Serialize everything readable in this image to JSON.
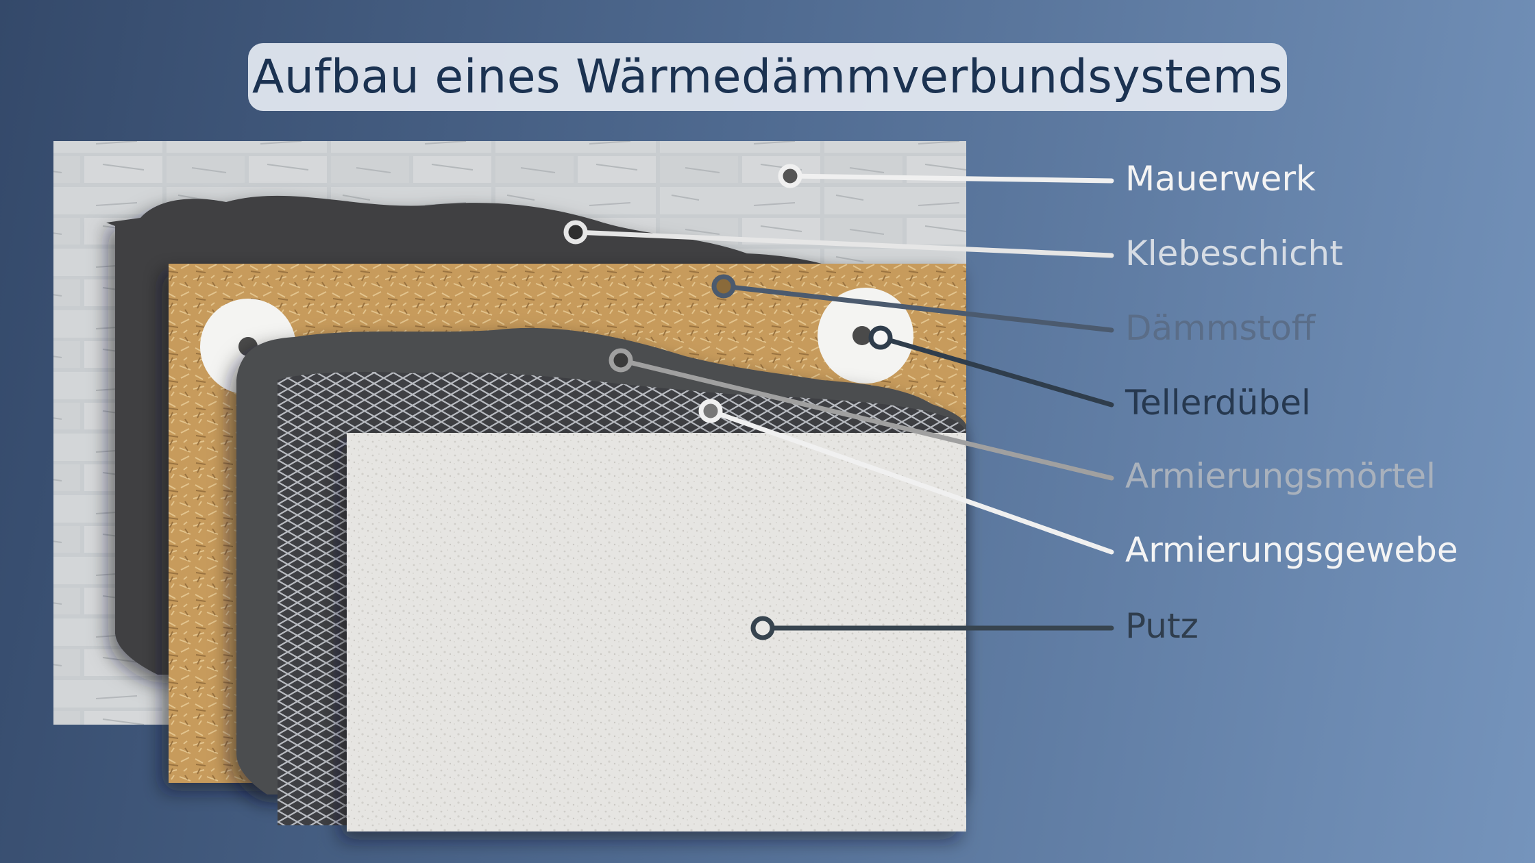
{
  "title": "Aufbau eines Wärmedämmverbundsystems",
  "layers": [
    {
      "id": "mauerwerk",
      "label": "Mauerwerk",
      "color": "#f0f0f0",
      "marker_fill": "#555555",
      "label_color": "#f4f4f4"
    },
    {
      "id": "klebeschicht",
      "label": "Klebeschicht",
      "color": "#e6e6e6",
      "marker_fill": "#2e2e2e",
      "label_color": "#d6dce4"
    },
    {
      "id": "daemmstoff",
      "label": "Dämmstoff",
      "color": "#4b5a6e",
      "marker_fill": "#8a6a3a",
      "label_color": "#5a6d88"
    },
    {
      "id": "tellerduebel",
      "label": "Tellerdübel",
      "color": "#2f3d4c",
      "marker_fill": "#f6f6f6",
      "label_color": "#26384f"
    },
    {
      "id": "armierungsmoertel",
      "label": "Armierungsmörtel",
      "color": "#a0a0a0",
      "marker_fill": "#3a3a3a",
      "label_color": "#a9b1bc"
    },
    {
      "id": "armierungsgewebe",
      "label": "Armierungsgewebe",
      "color": "#f0f0f0",
      "marker_fill": "#777777",
      "label_color": "#f4f4f4"
    },
    {
      "id": "putz",
      "label": "Putz",
      "color": "#37444f",
      "marker_fill": "#e8e8e6",
      "label_color": "#2f3d4d"
    }
  ]
}
